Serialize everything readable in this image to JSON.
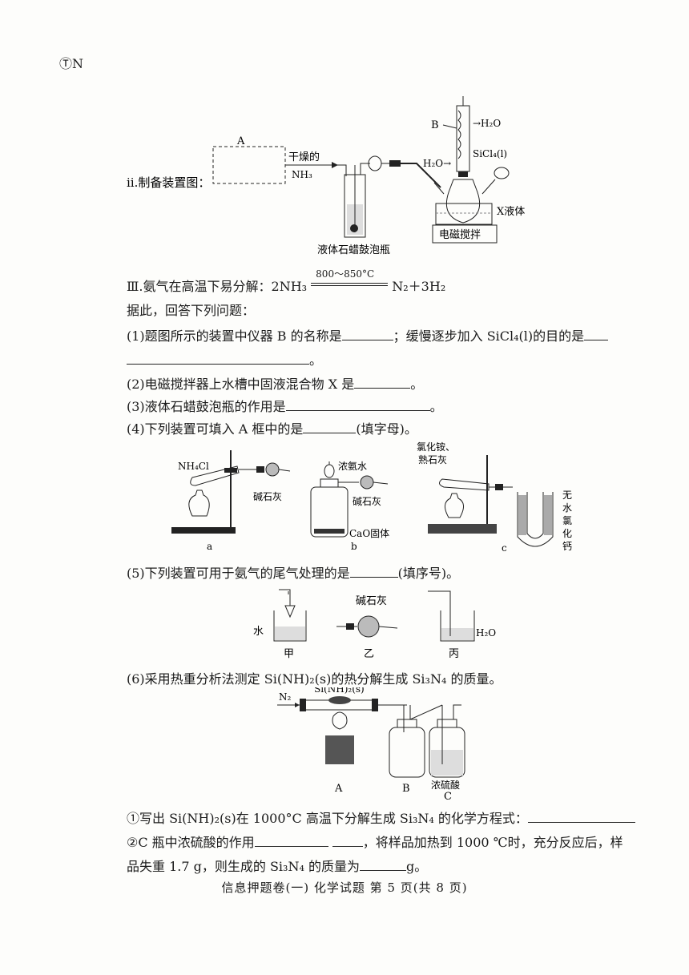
{
  "corner_mark": "ⓉN",
  "fig1": {
    "label_prefix": "ⅱ.制备装置图：",
    "box_label": "A",
    "gas_label_line1": "干燥的",
    "gas_label_line2": "NH₃",
    "bubbler_label": "液体石蜡鼓泡瓶",
    "condenser_label": "B",
    "water_out": "→H₂O",
    "water_in": "H₂O→",
    "reagent": "SiCl₄(l)",
    "liquid_x": "X液体",
    "stirrer": "电磁搅拌"
  },
  "q3": {
    "prefix": "Ⅲ.氨气在高温下易分解：2NH₃",
    "condition": "800～850°C",
    "suffix": "N₂＋3H₂"
  },
  "intro": "据此，回答下列问题：",
  "q1": {
    "a": "(1)题图所示的装置中仪器 B 的名称是",
    "b": "；缓慢逐步加入 SiCl₄(l)的目的是",
    "end": "。"
  },
  "q2": {
    "a": "(2)电磁搅拌器上水槽中固液混合物 X 是",
    "end": "。"
  },
  "q3q": {
    "a": "(3)液体石蜡鼓泡瓶的作用是",
    "end": "。"
  },
  "q4": {
    "a": "(4)下列装置可填入 A 框中的是",
    "end": "(填字母)。"
  },
  "fig4": {
    "a_nh4cl": "NH₄Cl",
    "a_lime": "碱石灰",
    "a_tag": "a",
    "b_ammonia": "浓氨水",
    "b_lime": "碱石灰",
    "b_cao": "CaO固体",
    "b_tag": "b",
    "c_label1": "氯化铵、",
    "c_label2": "熟石灰",
    "c_cacl2": [
      "无",
      "水",
      "氯",
      "化",
      "钙"
    ],
    "c_tag": "c"
  },
  "q5": {
    "a": "(5)下列装置可用于氨气的尾气处理的是",
    "end": "(填序号)。"
  },
  "fig5": {
    "water": "水",
    "jia": "甲",
    "lime": "碱石灰",
    "yi": "乙",
    "h2o": "H₂O",
    "bing": "丙"
  },
  "q6": {
    "a": "(6)采用热重分析法测定 Si(NH)₂(s)的热分解生成 Si₃N₄ 的质量。"
  },
  "fig6": {
    "n2": "N₂",
    "sample": "Si(NH)₂(s)",
    "acid": "浓硫酸",
    "tag_a": "A",
    "tag_b": "B",
    "tag_c": "C"
  },
  "q6_1": {
    "a": "①写出 Si(NH)₂(s)在 1000°C 高温下分解生成 Si₃N₄ 的化学方程式："
  },
  "q6_2": {
    "a": "②C 瓶中浓硫酸的作用",
    "b": "，将样品加热到 1000 ℃时，充分反应后，样",
    "c": "品失重 1.7 g，则生成的 Si₃N₄ 的质量为",
    "d": "g。"
  },
  "footer": "信息押题卷(一) 化学试题 第 5 页(共 8 页)"
}
